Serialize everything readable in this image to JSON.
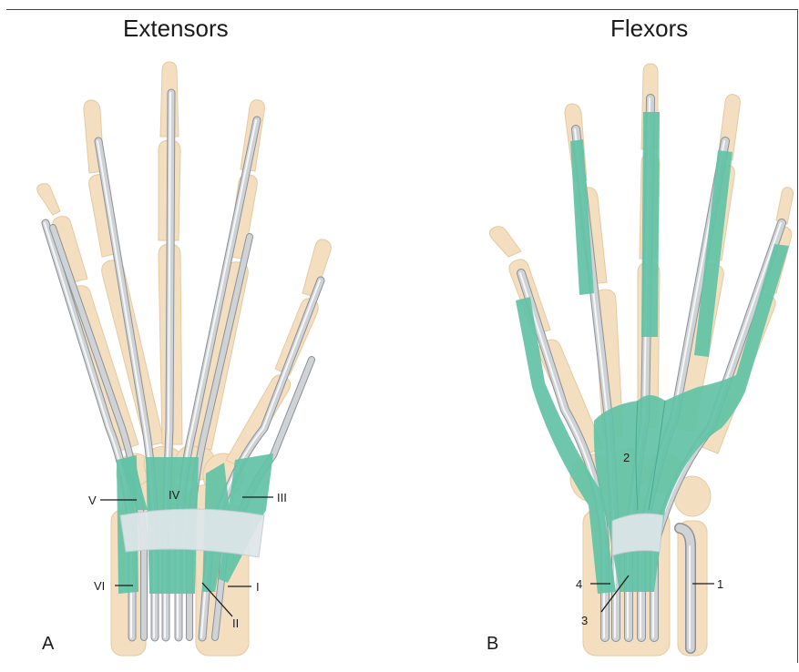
{
  "figure": {
    "panels": [
      {
        "letter": "A",
        "title": "Extensors",
        "labels": [
          "V",
          "IV",
          "III",
          "VI",
          "I",
          "II"
        ]
      },
      {
        "letter": "B",
        "title": "Flexors",
        "labels": [
          "2",
          "4",
          "3",
          "1"
        ]
      }
    ]
  }
}
